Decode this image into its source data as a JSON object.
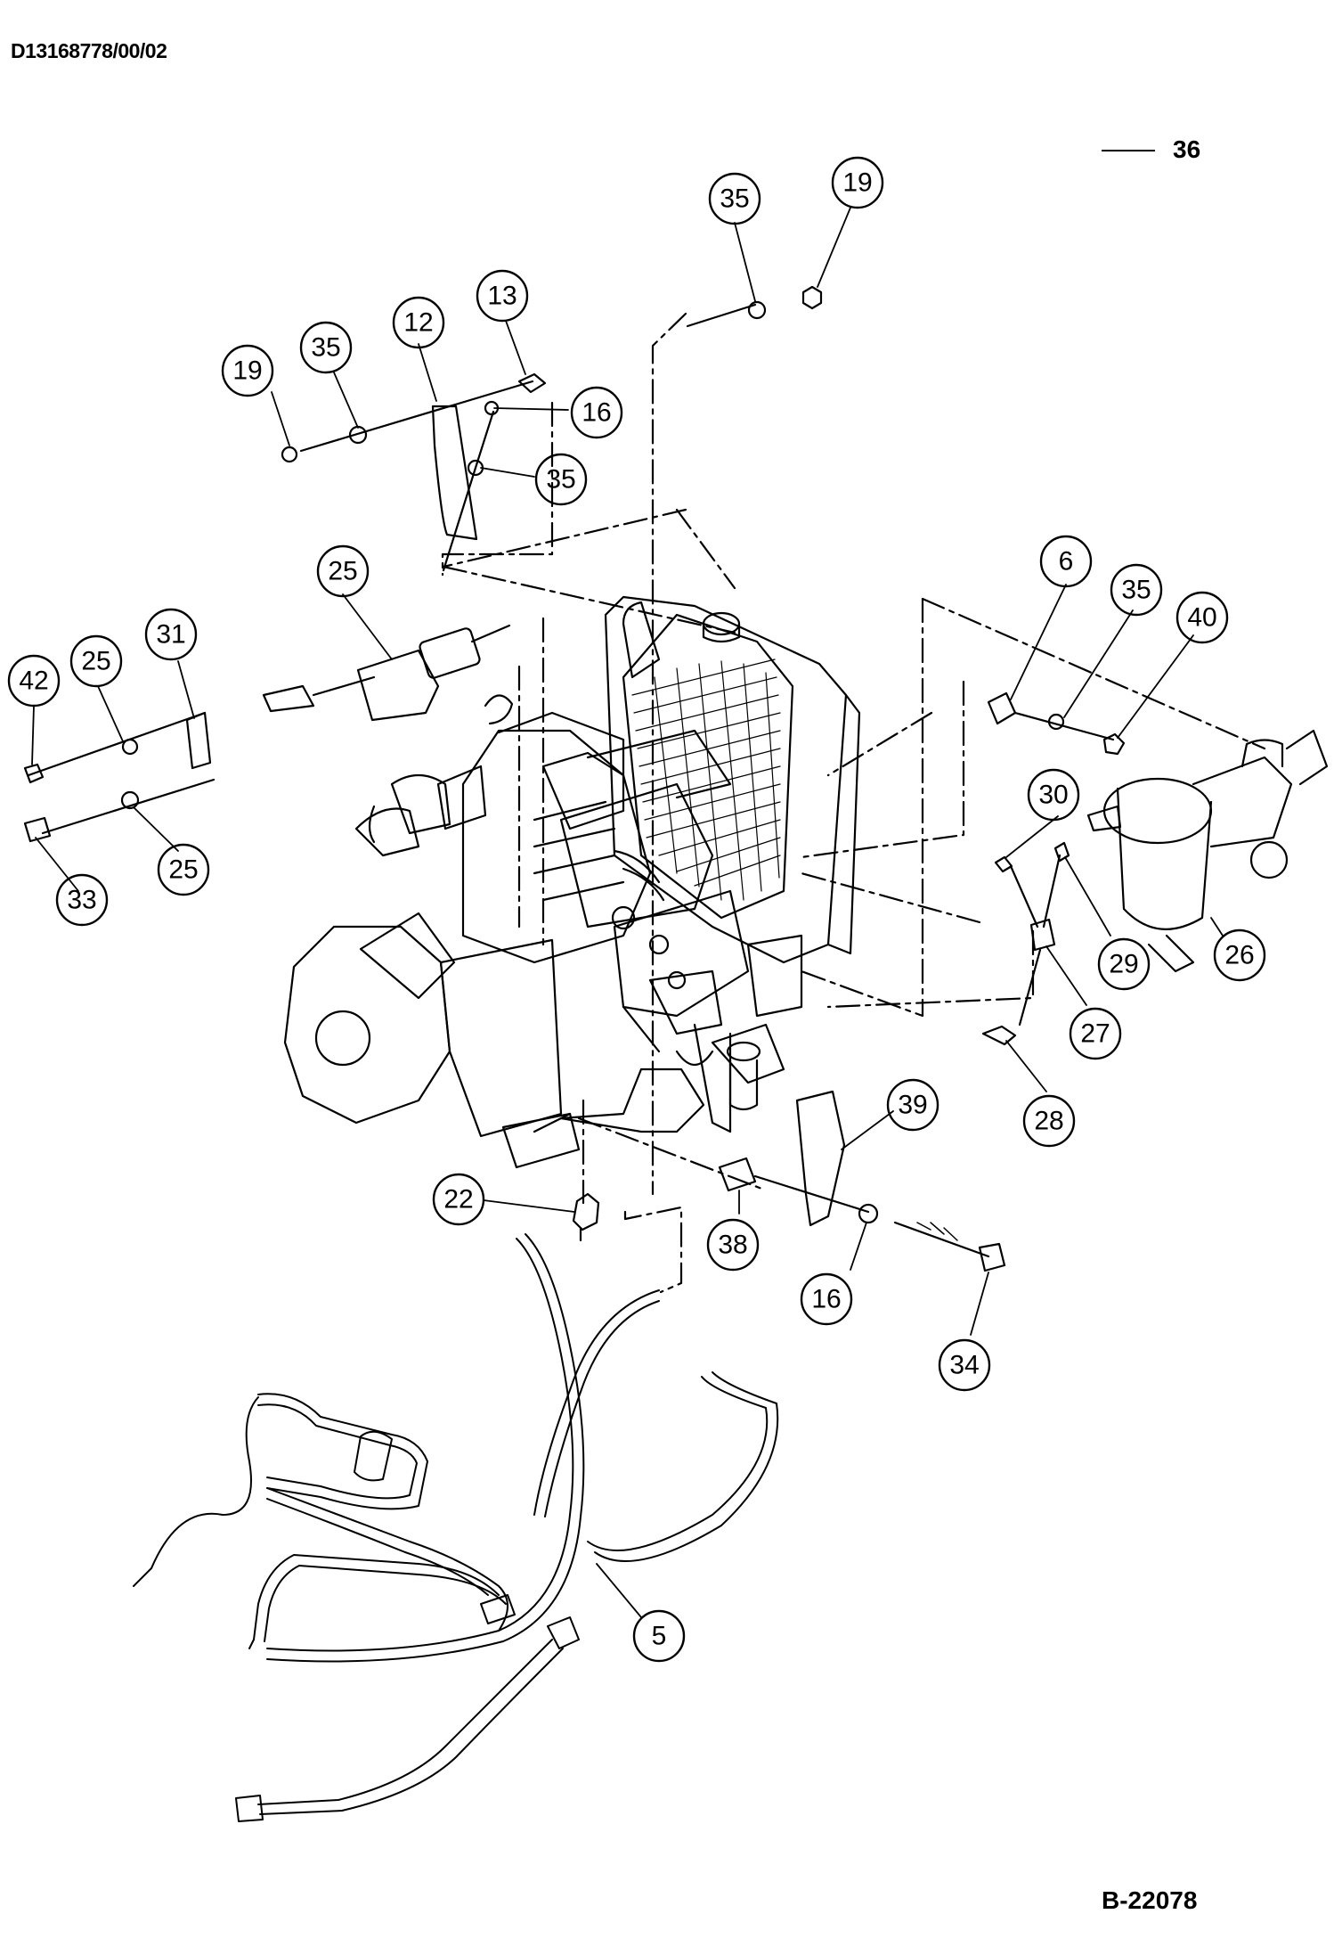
{
  "header": {
    "document_id": "D13168778/00/02"
  },
  "footer": {
    "figure_id": "B-22078"
  },
  "reference": {
    "label": "36"
  },
  "callouts": [
    {
      "id": "c19a",
      "label": "19"
    },
    {
      "id": "c35a",
      "label": "35"
    },
    {
      "id": "c12",
      "label": "12"
    },
    {
      "id": "c13",
      "label": "13"
    },
    {
      "id": "c16a",
      "label": "16"
    },
    {
      "id": "c35b",
      "label": "35"
    },
    {
      "id": "c35c",
      "label": "35"
    },
    {
      "id": "c19b",
      "label": "19"
    },
    {
      "id": "c25a",
      "label": "25"
    },
    {
      "id": "c31",
      "label": "31"
    },
    {
      "id": "c25b",
      "label": "25"
    },
    {
      "id": "c42",
      "label": "42"
    },
    {
      "id": "c33",
      "label": "33"
    },
    {
      "id": "c25c",
      "label": "25"
    },
    {
      "id": "c6",
      "label": "6"
    },
    {
      "id": "c35d",
      "label": "35"
    },
    {
      "id": "c40",
      "label": "40"
    },
    {
      "id": "c30",
      "label": "30"
    },
    {
      "id": "c29",
      "label": "29"
    },
    {
      "id": "c26",
      "label": "26"
    },
    {
      "id": "c27",
      "label": "27"
    },
    {
      "id": "c28",
      "label": "28"
    },
    {
      "id": "c39",
      "label": "39"
    },
    {
      "id": "c22",
      "label": "22"
    },
    {
      "id": "c38",
      "label": "38"
    },
    {
      "id": "c16b",
      "label": "16"
    },
    {
      "id": "c34",
      "label": "34"
    },
    {
      "id": "c5",
      "label": "5"
    }
  ]
}
